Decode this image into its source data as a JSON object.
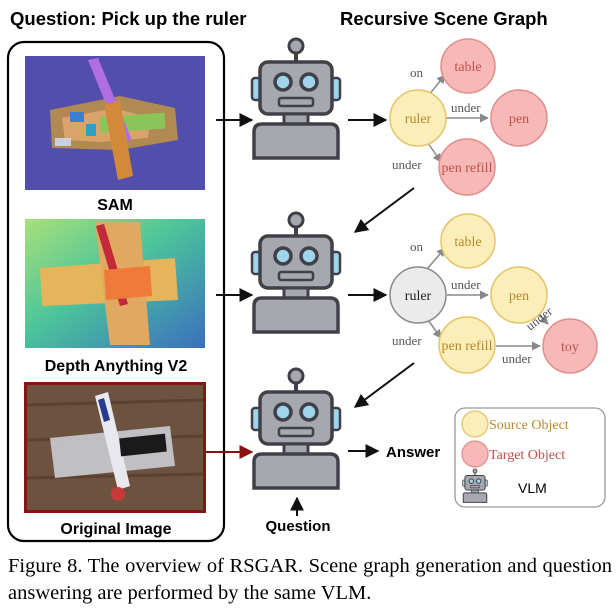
{
  "titles": {
    "left": "Question: Pick up the ruler",
    "right": "Recursive Scene Graph"
  },
  "images": [
    {
      "label": "SAM"
    },
    {
      "label": "Depth Anything V2"
    },
    {
      "label": "Original Image"
    }
  ],
  "answer_label": "Answer",
  "question_label": "Question",
  "graph1": {
    "nodes": {
      "ruler": "ruler",
      "table": "table",
      "pen": "pen",
      "pen_refill": "pen refill"
    },
    "edges": {
      "on": "on",
      "under_pen": "under",
      "under_refill": "under"
    }
  },
  "graph2": {
    "nodes": {
      "ruler": "ruler",
      "table": "table",
      "pen": "pen",
      "pen_refill": "pen refill",
      "toy": "toy"
    },
    "edges": {
      "on": "on",
      "under_pen": "under",
      "under_refill": "under",
      "refill_toy": "under",
      "pen_toy": "under"
    }
  },
  "legend": {
    "source": "Source Object",
    "target": "Target Object",
    "vlm": "VLM"
  },
  "caption": "Figure 8. The overview of RSGAR. Scene graph generation and question answering are performed by the same VLM.",
  "colors": {
    "source_fill": "#fbeeb8",
    "source_stroke": "#e6c36a",
    "target_fill": "#f7b9b7",
    "target_stroke": "#e08e8c",
    "neutral_fill": "#ebebeb",
    "neutral_stroke": "#8a8a8a",
    "source_text": "#b8892a",
    "target_text": "#c0504d",
    "robot_body": "#a7a7b0",
    "robot_dark": "#404048",
    "robot_eye": "#9fd4ea",
    "dark_red": "#8b1010"
  }
}
